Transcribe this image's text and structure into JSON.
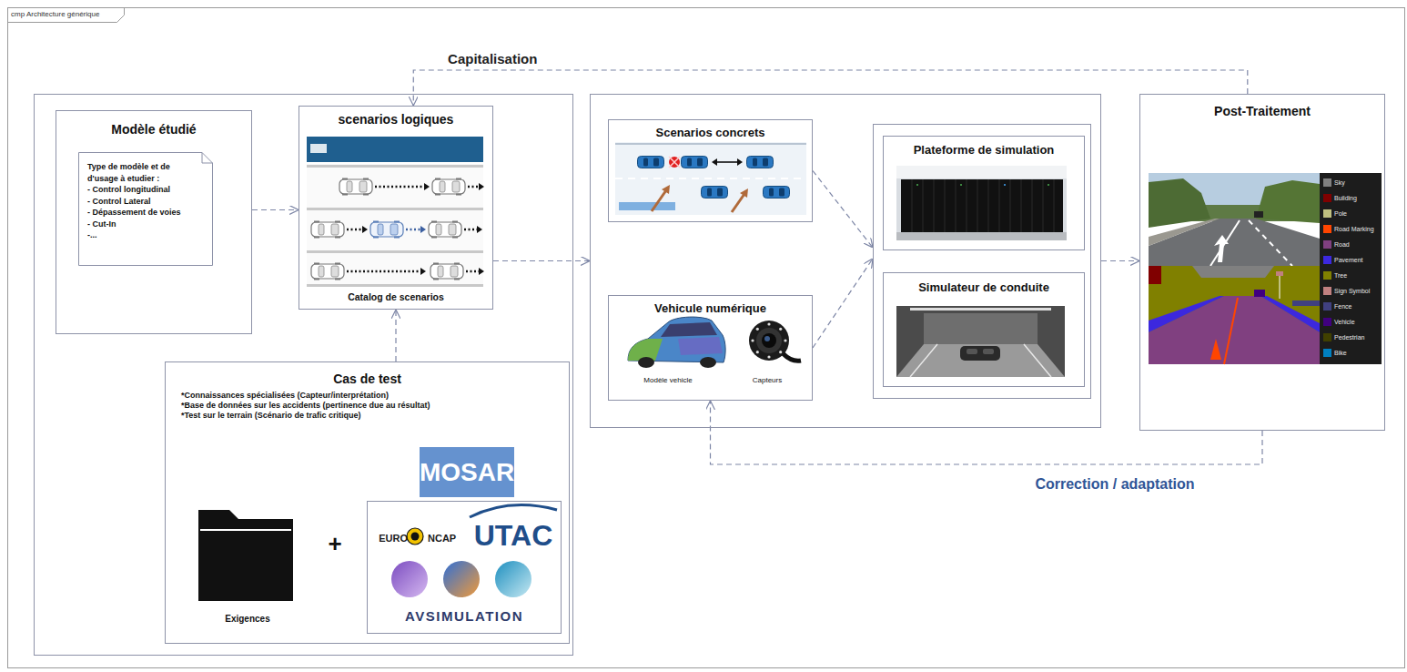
{
  "diagram": {
    "title": "cmp Architecture générique",
    "nodes": [
      {
        "text": []
      },
      {
        "text": [
          "Modèle étudié"
        ],
        "in": 0
      },
      {
        "text": [
          "Type de modèle et de d'usage à etudier :",
          "- Control longitudinal",
          "- Control Lateral",
          "- Dépassement de voies",
          "- Cut-In",
          "-..."
        ],
        "in": 1
      },
      {
        "text": [
          "scenarios logiques",
          "Catalog de scenarios"
        ],
        "in": 0
      },
      {
        "text": [
          "Cas de test",
          "*Connaissances spécialisées (Capteur/interprétation)",
          "*Base de données sur les accidents (pertinence due au résultat)",
          "*Test sur le terrain (Scénario de trafic critique)",
          "Exigences",
          "+"
        ],
        "in": 0
      },
      {
        "text": [
          "MOSAR",
          "EURO",
          "NCAP",
          "UTAC",
          "AVSIMULATION"
        ],
        "in": 4
      },
      {
        "text": []
      },
      {
        "text": [
          "Scenarios concrets"
        ],
        "in": 6
      },
      {
        "text": [
          "Vehicule numérique",
          "Modèle vehicle",
          "Capteurs"
        ],
        "in": 6
      },
      {
        "text": [],
        "in": 6
      },
      {
        "text": [
          "Plateforme de simulation"
        ],
        "in": 9
      },
      {
        "text": [
          "Simulateur de conduite"
        ],
        "in": 9
      },
      {
        "text": [
          "Post-Traitement"
        ]
      }
    ],
    "edges": [
      {
        "from": 1,
        "to": 3,
        "arrow": "to"
      },
      {
        "from": 4,
        "to": 3,
        "arrow": "to"
      },
      {
        "from": 3,
        "to": 6,
        "arrow": "to"
      },
      {
        "from": 7,
        "to": 9,
        "arrow": "to"
      },
      {
        "from": 8,
        "to": 9,
        "arrow": "to"
      },
      {
        "from": 6,
        "to": 12,
        "arrow": "to"
      },
      {
        "from": 12,
        "to": 3,
        "label": "Capitalisation",
        "arrow": "to"
      },
      {
        "from": 12,
        "to": 8,
        "label": "Correction / adaptation",
        "arrow": "to"
      }
    ],
    "legend": [
      {
        "text": "Sky",
        "color": "#808080"
      },
      {
        "text": "Building",
        "color": "#800000"
      },
      {
        "text": "Pole",
        "color": "#c0c080"
      },
      {
        "text": "Road Marking",
        "color": "#ff4500"
      },
      {
        "text": "Road",
        "color": "#804080"
      },
      {
        "text": "Pavement",
        "color": "#3c28de"
      },
      {
        "text": "Tree",
        "color": "#808000"
      },
      {
        "text": "Sign Symbol",
        "color": "#c08080"
      },
      {
        "text": "Fence",
        "color": "#404080"
      },
      {
        "text": "Vehicle",
        "color": "#400080"
      },
      {
        "text": "Pedestrian",
        "color": "#404000"
      },
      {
        "text": "Bike",
        "color": "#0080c0"
      }
    ]
  }
}
